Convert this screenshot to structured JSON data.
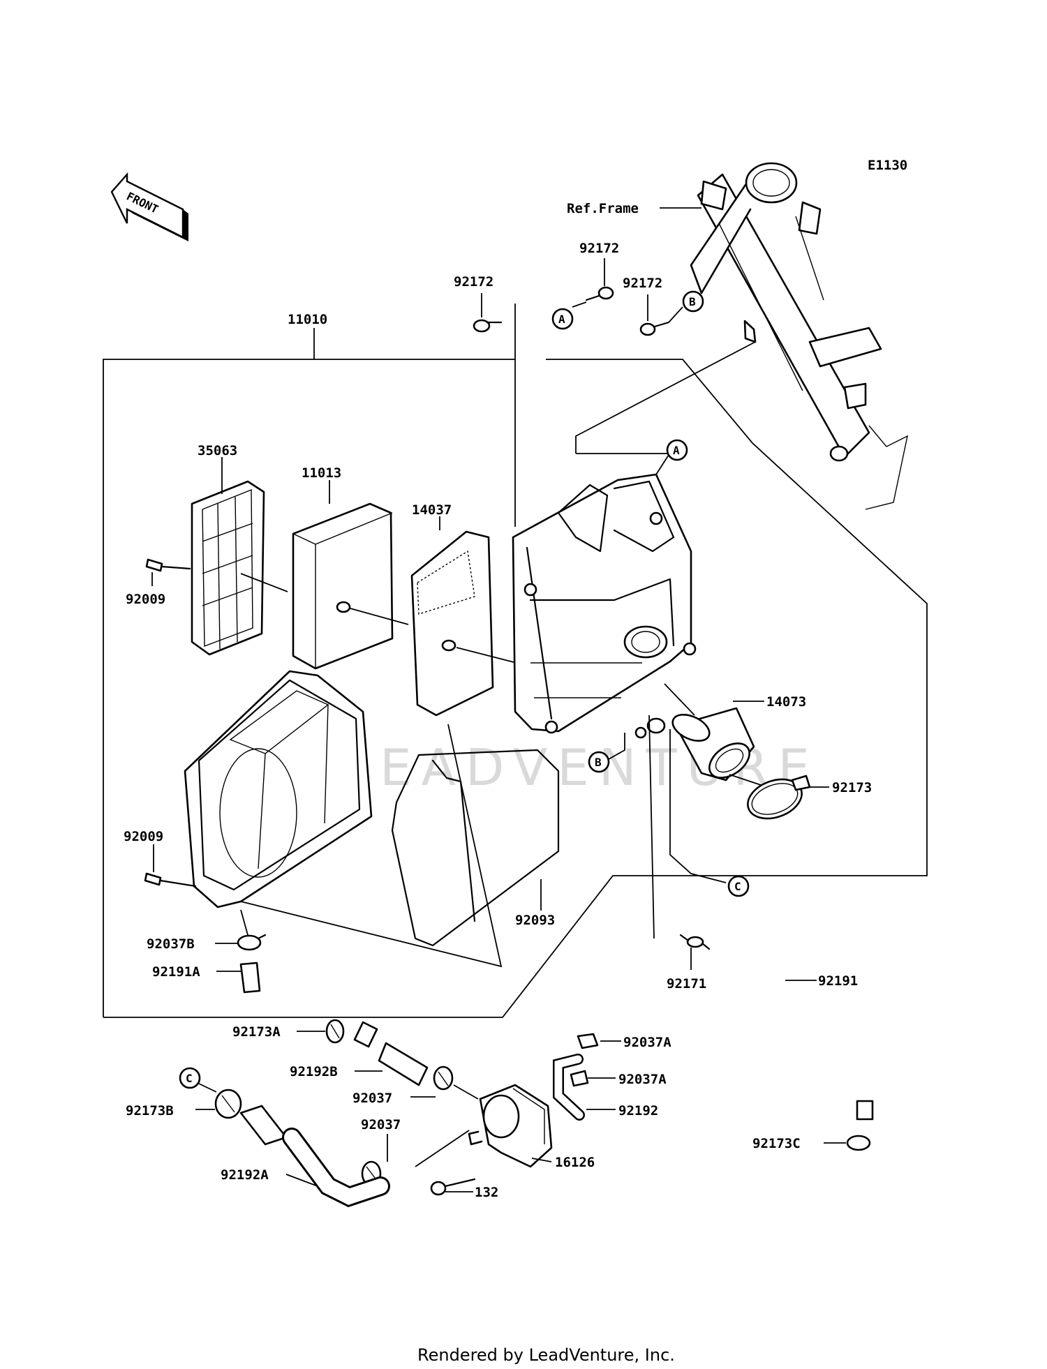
{
  "diagram_code": "E1130",
  "front_label": "FRONT",
  "ref_frame_label": "Ref.Frame",
  "footer": "Rendered by LeadVenture, Inc.",
  "watermark": "LEADVENTURE",
  "parts": {
    "p11010": "11010",
    "p35063": "35063",
    "p11013": "11013",
    "p14037": "14037",
    "p92009_top": "92009",
    "p92009_bot": "92009",
    "p92172_top": "92172",
    "p92172_a": "92172",
    "p92172_b": "92172",
    "p14073": "14073",
    "p92173": "92173",
    "p92093": "92093",
    "p92037B": "92037B",
    "p92191A": "92191A",
    "p92171": "92171",
    "p92191": "92191",
    "p92173A": "92173A",
    "p92192B": "92192B",
    "p92037_a": "92037",
    "p92037_b": "92037",
    "p92173B": "92173B",
    "p92192A": "92192A",
    "p92037A_1": "92037A",
    "p92037A_2": "92037A",
    "p92192": "92192",
    "p16126": "16126",
    "p132": "132",
    "p92173C": "92173C"
  },
  "callouts": {
    "a1": "A",
    "b1": "B",
    "a2": "A",
    "b2": "B",
    "c1": "C",
    "c2": "C"
  }
}
